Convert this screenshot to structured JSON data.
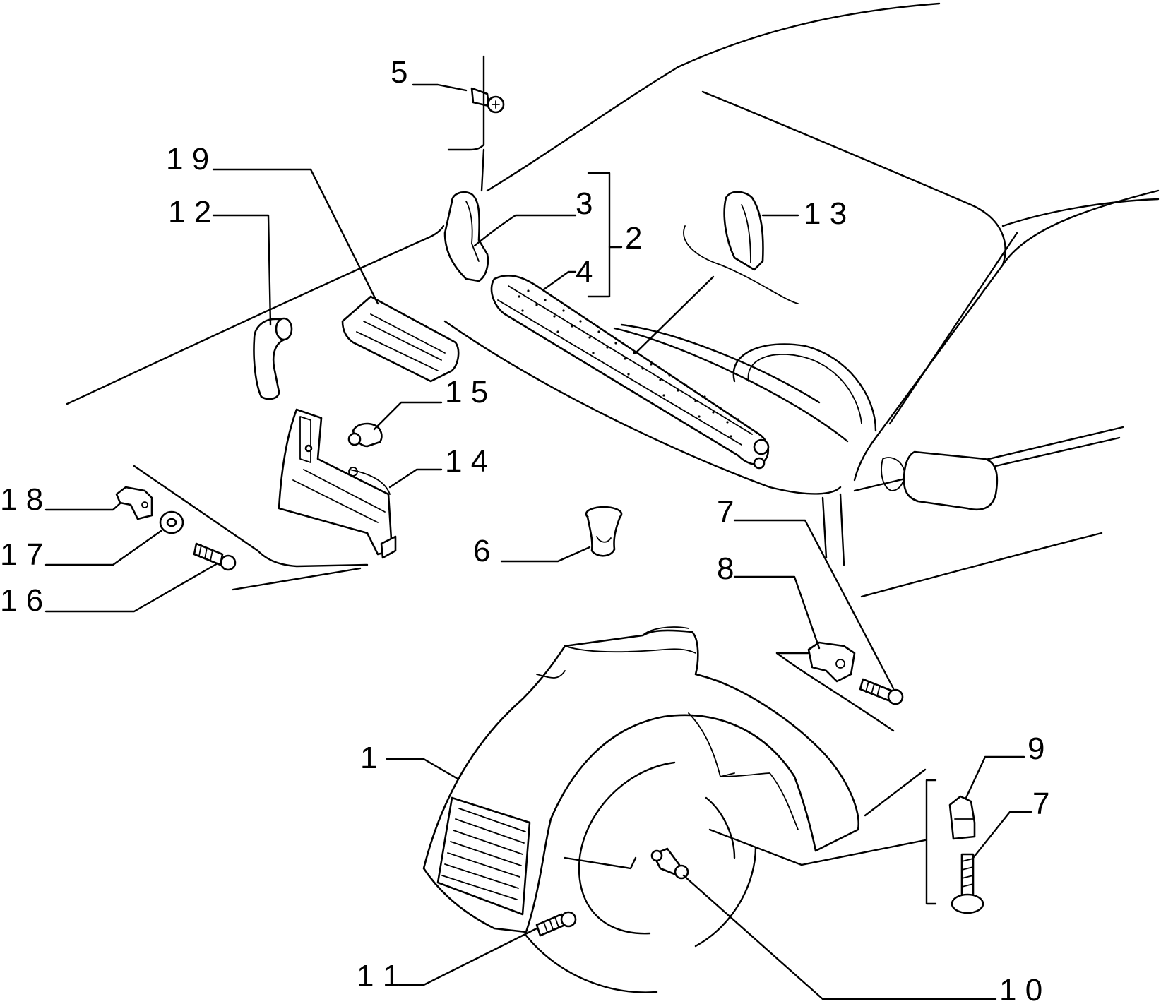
{
  "callouts": [
    {
      "id": "c1",
      "label": "1"
    },
    {
      "id": "c2",
      "label": "2"
    },
    {
      "id": "c3",
      "label": "3"
    },
    {
      "id": "c4",
      "label": "4"
    },
    {
      "id": "c5",
      "label": "5"
    },
    {
      "id": "c6",
      "label": "6"
    },
    {
      "id": "c7a",
      "label": "7"
    },
    {
      "id": "c7b",
      "label": "7"
    },
    {
      "id": "c8",
      "label": "8"
    },
    {
      "id": "c9",
      "label": "9"
    },
    {
      "id": "c10",
      "label": "1 0"
    },
    {
      "id": "c11",
      "label": "1 1"
    },
    {
      "id": "c12",
      "label": "1 2"
    },
    {
      "id": "c13",
      "label": "1 3"
    },
    {
      "id": "c14",
      "label": "1 4"
    },
    {
      "id": "c15",
      "label": "1 5"
    },
    {
      "id": "c16",
      "label": "1 6"
    },
    {
      "id": "c17",
      "label": "1 7"
    },
    {
      "id": "c18",
      "label": "1 8"
    },
    {
      "id": "c19",
      "label": "1 9"
    }
  ]
}
